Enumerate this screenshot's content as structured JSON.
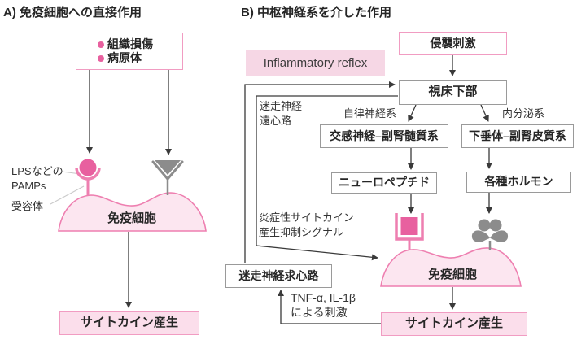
{
  "colors": {
    "pink_strong": "#e8609f",
    "pink_border": "#f19cc2",
    "pink_box_fill": "#fbdeeb",
    "cell_fill": "#fce6f0",
    "cell_stroke": "#ee7fb0",
    "reflex_bg": "#f6d7e5",
    "gray_shape": "#8c8c8c",
    "gray_box_border": "#9a9a9a",
    "arrow": "#3a3a3a",
    "text": "#262626"
  },
  "section_a": {
    "title": "A) 免疫細胞への直接作用",
    "stimulus_items": [
      "組織損傷",
      "病原体"
    ],
    "labels": {
      "lps_line1": "LPSなどの",
      "lps_line2": "PAMPs",
      "receptor": "受容体"
    },
    "cell_label": "免疫細胞",
    "output_box": "サイトカイン産生"
  },
  "section_b": {
    "title": "B) 中枢神経系を介した作用",
    "inflammatory_reflex": "Inflammatory reflex",
    "boxes": {
      "invasive_stimulus": "侵襲刺激",
      "hypothalamus": "視床下部",
      "sympathetic_adrenal": "交感神経–副腎髄質系",
      "pituitary_adrenal": "下垂体–副腎皮質系",
      "neuropeptide": "ニューロペプチド",
      "hormones": "各種ホルモン",
      "vagal_afferent": "迷走神経求心路",
      "cytokine": "サイトカイン産生"
    },
    "labels": {
      "vagal_efferent_line1": "迷走神経",
      "vagal_efferent_line2": "遠心路",
      "autonomic": "自律神経系",
      "endocrine": "内分泌系",
      "inhibit_line1": "炎症性サイトカイン",
      "inhibit_line2": "産生抑制シグナル",
      "tnf_line1": "TNF-α, IL-1β",
      "tnf_line2": "による刺激",
      "cell_label": "免疫細胞"
    }
  }
}
